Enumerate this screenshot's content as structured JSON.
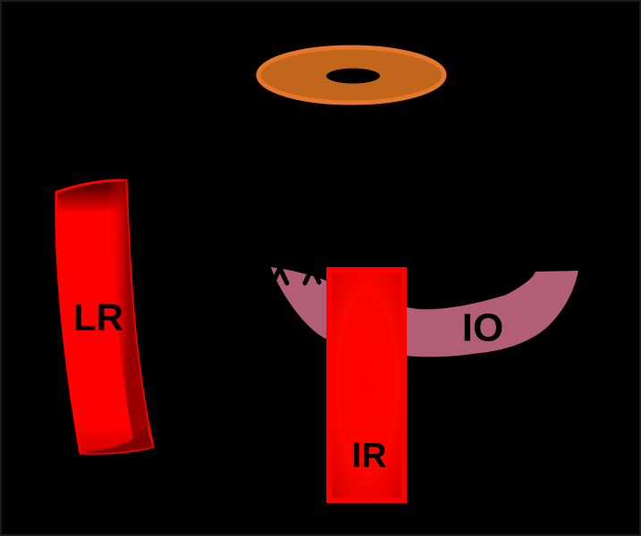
{
  "diagram": {
    "background": "#000000",
    "border_color": "#1c1c1c",
    "labels": {
      "lateral_rectus": "LR",
      "inferior_rectus": "IR",
      "inferior_oblique": "IO"
    },
    "label_color": "#000000",
    "colors": {
      "muscle_red": "#ff0000",
      "muscle_red_deep": "#8a0000",
      "muscle_red_edge": "#cf0000",
      "muscle_red_shadow": "#3f0000",
      "oblique_pink": "#b25e76",
      "disc_fill": "#c2661c",
      "disc_rim": "#e6762b",
      "disc_opening": "#000000",
      "cut_mark": "#000000"
    }
  }
}
